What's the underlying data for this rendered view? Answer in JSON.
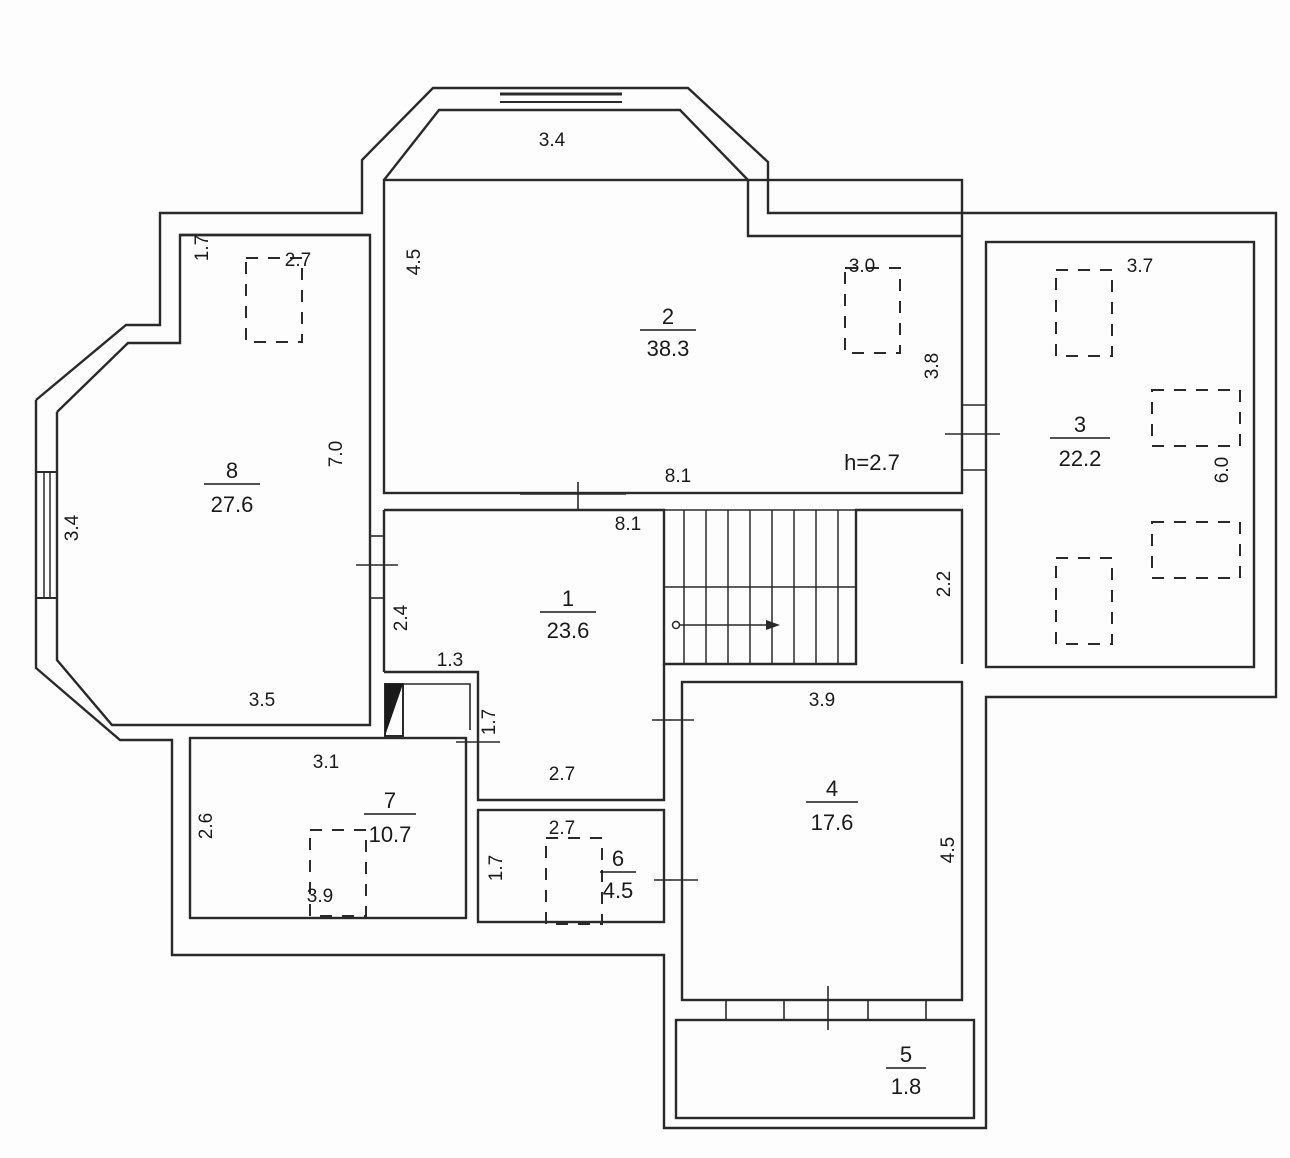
{
  "rooms": [
    {
      "number": "1",
      "area": "23.6"
    },
    {
      "number": "2",
      "area": "38.3"
    },
    {
      "number": "3",
      "area": "22.2"
    },
    {
      "number": "4",
      "area": "17.6"
    },
    {
      "number": "5",
      "area": "1.8"
    },
    {
      "number": "6",
      "area": "4.5"
    },
    {
      "number": "7",
      "area": "10.7"
    },
    {
      "number": "8",
      "area": "27.6"
    }
  ],
  "ceiling_height": "h=2.7",
  "dimensions": {
    "d_r2_top": "3.4",
    "d_r2_left": "4.5",
    "d_r2_window": "3.0",
    "d_r2_right": "3.8",
    "d_r2_bottom": "8.1",
    "d_r1_top": "8.1",
    "d_r1_left": "2.4",
    "d_r1_corridor": "1.3",
    "d_r1_wc": "1.7",
    "d_r1_bottom": "2.7",
    "d_r8_top_left": "1.7",
    "d_r8_top": "2.7",
    "d_r8_right": "7.0",
    "d_r8_left": "3.4",
    "d_r8_bottom": "3.5",
    "d_r3_top": "3.7",
    "d_r3_right": "6.0",
    "d_stair": "2.2",
    "d_r4_top": "3.9",
    "d_r4_right": "4.5",
    "d_r7_top": "3.1",
    "d_r7_left": "2.6",
    "d_r7_bottom": "3.9",
    "d_r6_top": "2.7",
    "d_r6_left": "1.7"
  }
}
